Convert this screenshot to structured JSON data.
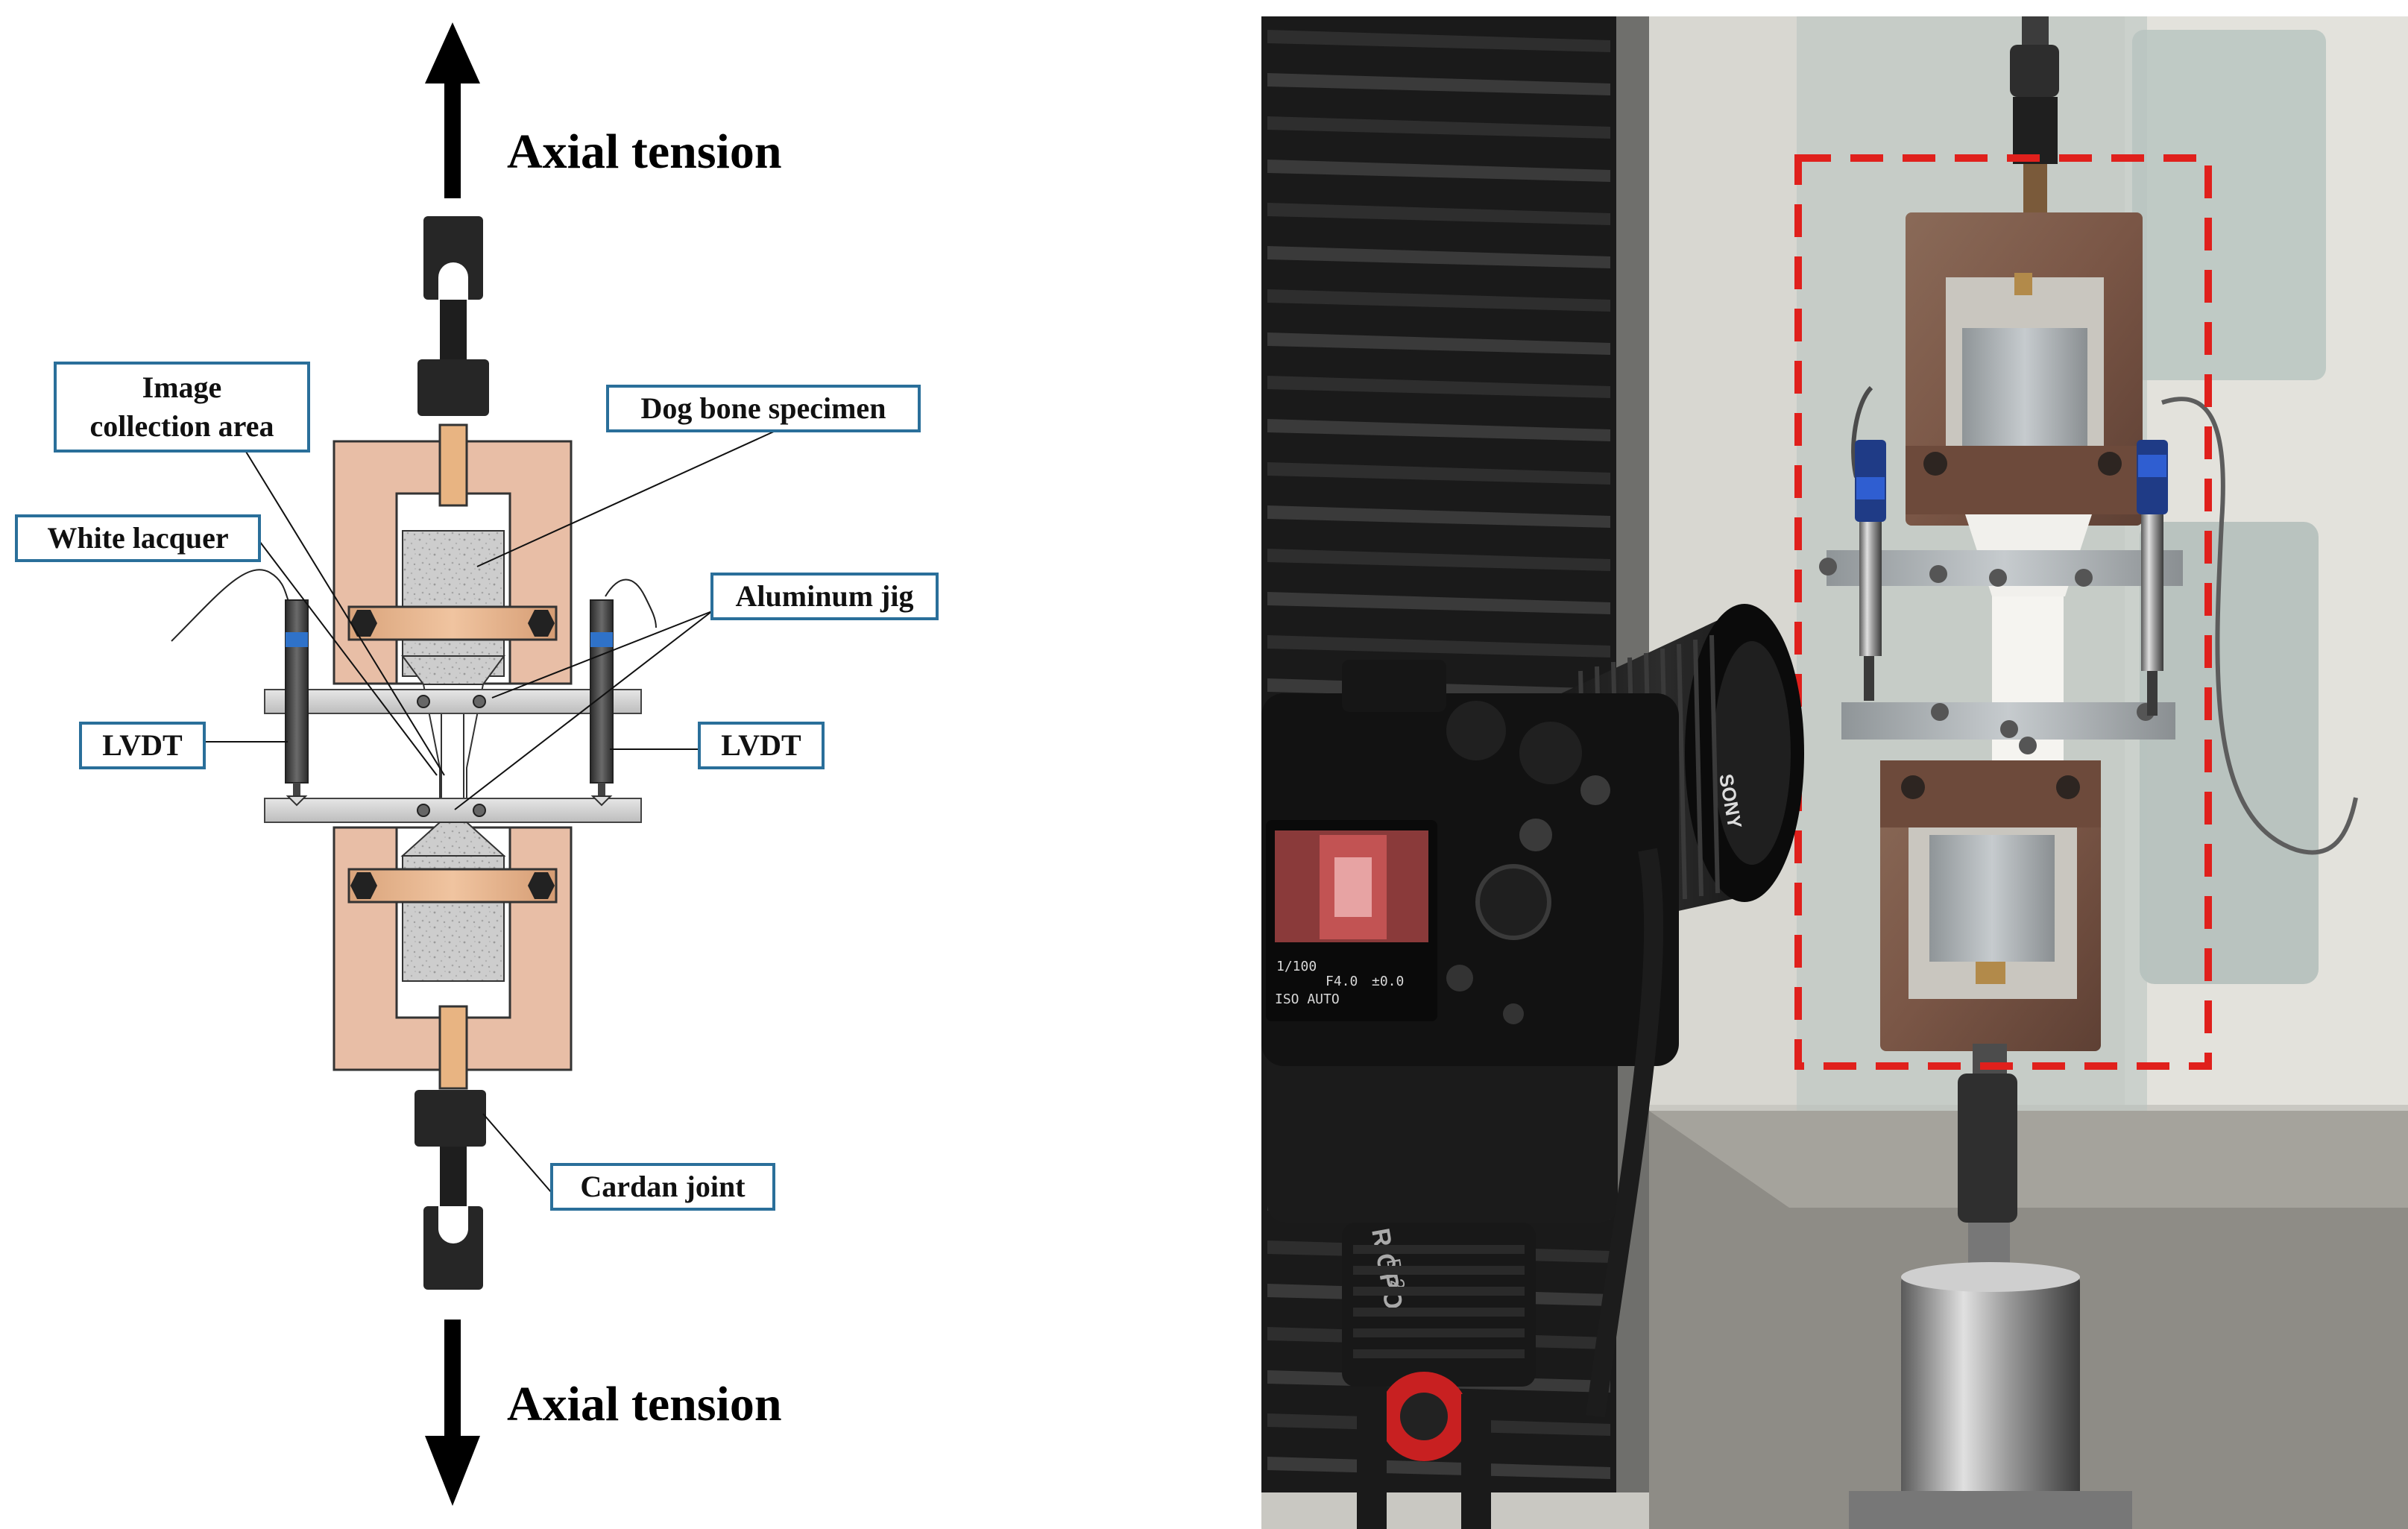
{
  "schematic": {
    "top_force_label": "Axial tension",
    "bottom_force_label": "Axial tension",
    "labels": {
      "image_area_line1": "Image",
      "image_area_line2": "collection area",
      "dog_bone": "Dog bone specimen",
      "white_lacquer": "White lacquer",
      "aluminum_jig": "Aluminum jig",
      "lvdt_left": "LVDT",
      "lvdt_right": "LVDT",
      "cardan_joint": "Cardan joint"
    }
  },
  "photo": {
    "camera_brand": "SONY",
    "tripod_brand": "RIOPO",
    "tripod_model": "D-2",
    "camera_screen": {
      "shutter": "1/100",
      "aperture": "F4.0",
      "exposure_comp": "±0.0",
      "iso": "ISO AUTO"
    }
  },
  "colors": {
    "grip_fill": "#e8bea6",
    "specimen_fill": "#cfcfcf",
    "label_border": "#2a6f9a",
    "highlight_box": "#e0201c",
    "lvdt_band": "#2f72c9"
  }
}
